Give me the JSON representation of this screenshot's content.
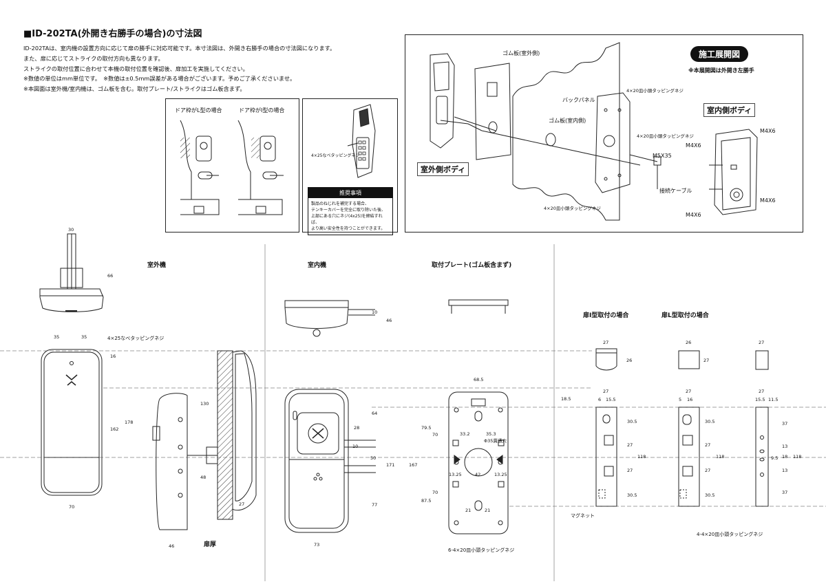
{
  "header": {
    "title": "■ID-202TA(外開き右勝手の場合)の寸法図",
    "notes": [
      "ID-202TAは、室内機の設置方向に応じて扉の勝手に対応可能です。本寸法図は、外開き右勝手の場合の寸法図になります。",
      "また、扉に応じてストライクの取付方向も異なります。",
      "ストライクの取付位置に合わせて本機の取付位置を確認後、扉加工を実施してください。",
      "※数値の単位はmm単位です。　※数値は±0.5mm誤差がある場合がございます。予めご了承くださいませ。",
      "※本図面は室外機/室内機は、ゴム板を含む。取付プレート/ストライクはゴム板含まず。"
    ]
  },
  "frame_panel": {
    "l_type": "ドア枠がL型の場合",
    "i_type": "ドア枠がI型の場合"
  },
  "screw_panel": {
    "screw": "4×25なべタッピングネジ"
  },
  "warning": {
    "title": "推奨事項",
    "body": [
      "製品のねじれを補完する場合、",
      "テンキーカバーを完全に取り除いた後、",
      "上部にある穴にネジ(4x25)を締結すれば、",
      "より高い安全性を持つことができます。"
    ]
  },
  "exploded": {
    "badge": "施工展開図",
    "note": "※本展開図は外開き左勝手",
    "outdoor_body": "室外側ボディ",
    "indoor_body": "室内側ボディ",
    "rubber_out": "ゴム板(室外側)",
    "back_panel": "バックパネル",
    "rubber_in": "ゴム板(室内側)",
    "screw_top": "4×20皿小頭タッピングネジ",
    "screw_mid": "4×20皿小頭タッピングネジ",
    "m5": "M5X35",
    "cable": "接続ケーブル",
    "screw_bottom": "4×20皿小頭タッピングネジ",
    "m4_labels": [
      "M4X6",
      "M4X6",
      "M4X6",
      "M4X6"
    ]
  },
  "sections": {
    "outdoor": "室外機",
    "indoor": "室内機",
    "plate": "取付プレート(ゴム板含まず)",
    "strike_i": "扉I型取付の場合",
    "strike_l": "扉L型取付の場合",
    "door_thickness": "扉厚",
    "magnet": "マグネット",
    "screws_plate": "6-4×20皿小頭タッピングネジ",
    "screws_strike": "4-4×20皿小頭タッピングネジ",
    "screw_outdoor": "4×25なべタッピングネジ",
    "hole": "Φ35貫通穴"
  },
  "dims": {
    "outdoor": {
      "w30": "30",
      "h66": "66",
      "w35a": "35",
      "w35b": "35",
      "h16": "16",
      "h162": "162",
      "h178": "178",
      "w70": "70"
    },
    "side": {
      "h130": "130",
      "h48": "48",
      "w46": "46",
      "w27": "27"
    },
    "indoor": {
      "h46": "46",
      "w10": "10",
      "h64": "64",
      "w28": "28",
      "h10": "10",
      "h50": "50",
      "h171": "171",
      "h77": "77",
      "w73": "73"
    },
    "plate": {
      "w68_5": "68.5",
      "h79_5": "79.5",
      "h70a": "70",
      "w33_2": "33.2",
      "w35_3": "35.3",
      "w42": "42",
      "w13_25a": "13.25",
      "w13_25b": "13.25",
      "h70b": "70",
      "h87_5": "87.5",
      "h167": "167",
      "w21a": "21",
      "w21b": "21",
      "h18_5": "18.5"
    },
    "strike_top": {
      "w27a": "27",
      "h26": "26",
      "w26": "26",
      "h27": "27",
      "w27b": "27"
    },
    "strike": {
      "w27a": "27",
      "w6": "6",
      "w15_5a": "15.5",
      "h30_5a": "30.5",
      "h27a": "27",
      "h27b": "27",
      "h30_5b": "30.5",
      "h118a": "118",
      "w27b": "27",
      "w5": "5",
      "w16": "16",
      "h30_5c": "30.5",
      "h27c": "27",
      "h27d": "27",
      "h30_5d": "30.5",
      "h118b": "118",
      "w27c": "27",
      "w15_5b": "15.5",
      "w11_5": "11.5",
      "h37a": "37",
      "h13a": "13",
      "h18": "18",
      "h9_5": "9.5",
      "h13b": "13",
      "h37b": "37",
      "h118c": "118"
    }
  }
}
